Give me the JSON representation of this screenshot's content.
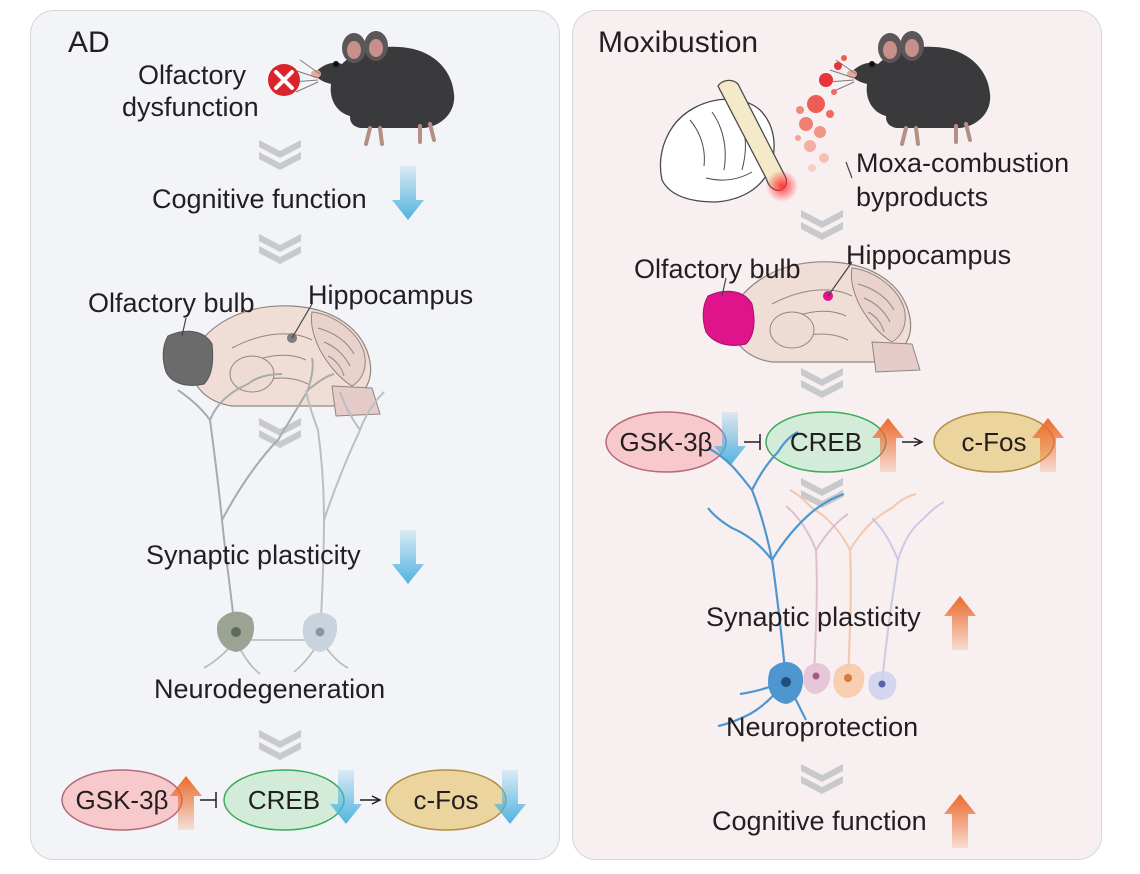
{
  "ad_panel": {
    "title": "AD",
    "olfactory_dysfunction": [
      "Olfactory",
      "dysfunction"
    ],
    "cognitive_function": "Cognitive function",
    "olfactory_bulb": "Olfactory bulb",
    "hippocampus": "Hippocampus",
    "synaptic_plasticity": "Synaptic plasticity",
    "neurodegeneration": "Neurodegeneration",
    "pathway": {
      "gsk": "GSK-3β",
      "creb": "CREB",
      "cfos": "c-Fos"
    }
  },
  "moxa_panel": {
    "title": "Moxibustion",
    "byproducts": [
      "Moxa-combustion",
      "byproducts"
    ],
    "olfactory_bulb": "Olfactory bulb",
    "hippocampus": "Hippocampus",
    "pathway": {
      "gsk": "GSK-3β",
      "creb": "CREB",
      "cfos": "c-Fos"
    },
    "synaptic_plasticity": "Synaptic plasticity",
    "neuroprotection": "Neuroprotection",
    "cognitive_function": "Cognitive function"
  },
  "colors": {
    "panel_ad_bg": "#f3f4f7",
    "panel_moxa_bg": "#f8eff0",
    "gsk_fill": "#f7c9cc",
    "creb_fill": "#d3ecd9",
    "cfos_fill": "#ecd49f",
    "arrow_down_blue": "#4fb3e0",
    "arrow_up_orange": "#ec6a2c",
    "olfactory_bulb_ad": "#6b6b6b",
    "olfactory_bulb_moxa": "#e0148a",
    "brain_fill": "#f0ddd6",
    "mouse_body": "#3a3a3c",
    "cross_red": "#d9242b"
  },
  "icons": [
    "mouse-icon",
    "cross-icon",
    "down-arrow-icon",
    "up-arrow-icon",
    "chevron-down-icon",
    "brain-icon",
    "neuron-icon",
    "hand-moxa-icon",
    "smoke-particles-icon"
  ]
}
